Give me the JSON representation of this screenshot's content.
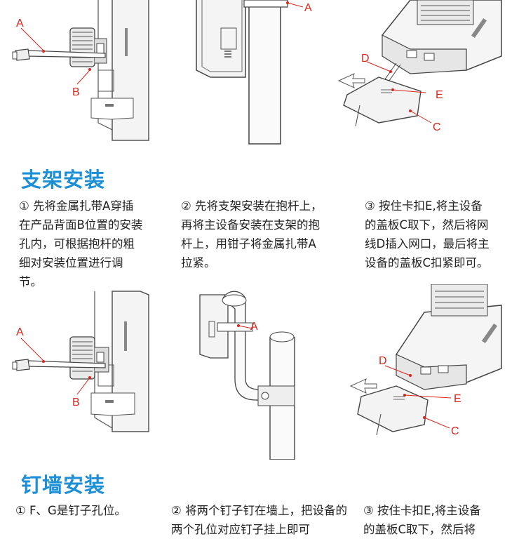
{
  "sections": [
    {
      "title": "支架安装",
      "steps": [
        "① 先将金属扎带A穿插在产品背面B位置的安装孔内，可根据抱杆的粗细对安装位置进行调节。",
        "② 先将支架安装在抱杆上，再将主设备安装在支架的抱杆上，用钳子将金属扎带A拉紧。",
        "③ 按住卡扣E,将主设备的盖板C取下，然后将网线D插入网口，最后将主设备的盖板C扣紧即可。"
      ]
    },
    {
      "title": "钉墙安装",
      "steps": [
        "①  F、G是钉子孔位。",
        "② 将两个钉子钉在墙上，把设备的两个孔位对应钉子挂上即可",
        "③ 按住卡扣E,将主设备的盖板C取下，然后将"
      ]
    }
  ],
  "figure_labels": {
    "a": "A",
    "b": "B",
    "c": "C",
    "d": "D",
    "e": "E"
  },
  "label_color": "#d9261c",
  "title_color": "#1c8fd6"
}
